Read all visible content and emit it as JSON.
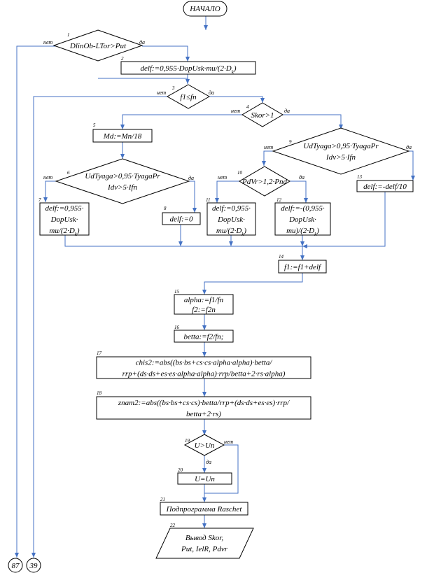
{
  "start": "НАЧАЛО",
  "yes": "да",
  "no": "нет",
  "blocks": {
    "b1": {
      "num": "1",
      "lines": [
        "DlinOb-LTor>Put"
      ]
    },
    "b2": {
      "num": "2",
      "lines": [
        "delf:=0,955·DopUsk·mu/(2·D<sub>k</sub>)"
      ]
    },
    "b3": {
      "num": "3",
      "lines": [
        "f1≤fn"
      ]
    },
    "b4": {
      "num": "4",
      "lines": [
        "Skor>1"
      ]
    },
    "b5": {
      "num": "5",
      "lines": [
        "Md:=Mn/18"
      ]
    },
    "b6": {
      "num": "6",
      "lines": [
        "UdTyaga>0,95·TyagaPr",
        "Idv>5·Ifn"
      ]
    },
    "b7": {
      "num": "7",
      "lines": [
        "delf:=0,955·",
        "DopUsk·",
        "mu/(2·D<sub>k</sub>)"
      ]
    },
    "b8": {
      "num": "8",
      "lines": [
        "delf:=0"
      ]
    },
    "b9": {
      "num": "9",
      "lines": [
        "UdTyaga>0,95·TyagaPr",
        "Idv>5·Ifn"
      ]
    },
    "b10": {
      "num": "10",
      "lines": [
        "PdVr>1,2·Pnd"
      ]
    },
    "b11": {
      "num": "11",
      "lines": [
        "delf:=0,955·",
        "DopUsk·",
        "mu/(2·D<sub>k</sub>)"
      ]
    },
    "b12": {
      "num": "12",
      "lines": [
        "delf:=-(0,955·",
        "DopUsk·",
        "mu)/(2·D<sub>k</sub>)"
      ]
    },
    "b13": {
      "num": "13",
      "lines": [
        "delf:=-delf/10"
      ]
    },
    "b14": {
      "num": "14",
      "lines": [
        "f1:=f1+delf"
      ]
    },
    "b15": {
      "num": "15",
      "lines": [
        "alpha:=f1/fn",
        "f2:=f2n"
      ]
    },
    "b16": {
      "num": "16",
      "lines": [
        "betta:=f2/fn;"
      ]
    },
    "b17": {
      "num": "17",
      "lines": [
        "chis2:=abs((bs·bs+cs·cs·alpha·alpha)·betta/",
        "rrp+(ds·ds+es·es·alpha·alpha)·rrp/betta+2·rs·alpha)"
      ]
    },
    "b18": {
      "num": "18",
      "lines": [
        "znam2:=abs((bs·bs+cs·cs)·betta/rrp+(ds·ds+es·es)·rrp/",
        "betta+2·rs)"
      ]
    },
    "b19": {
      "num": "19",
      "lines": [
        "U>Un"
      ]
    },
    "b20": {
      "num": "20",
      "lines": [
        "U=Un"
      ]
    },
    "b21": {
      "num": "21",
      "lines": [
        "Подпрограмма Raschet"
      ]
    },
    "b22": {
      "num": "22",
      "lines": [
        "Вывод Skor,",
        "Put, IelR, Pdvr"
      ]
    }
  },
  "connectors": {
    "c87": "87",
    "c39": "39"
  }
}
